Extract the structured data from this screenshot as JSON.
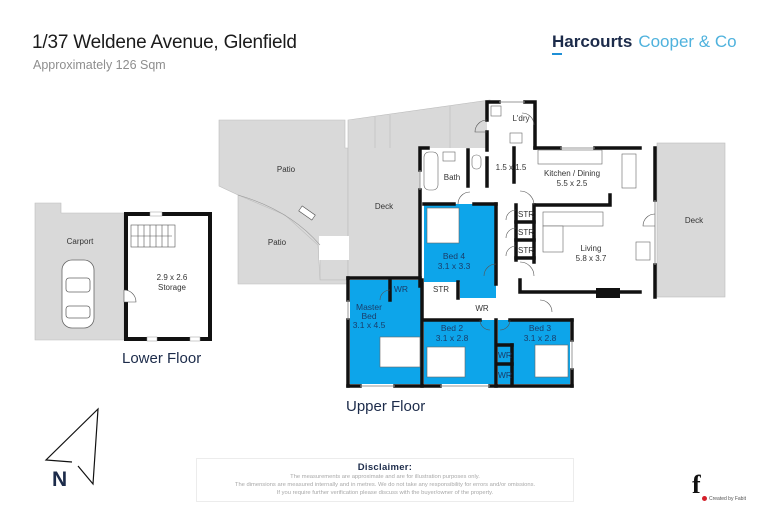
{
  "header": {
    "title": "1/37 Weldene Avenue, Glenfield",
    "subtitle": "Approximately 126 Sqm"
  },
  "brand": {
    "name_bold": "Harcourts",
    "name_light": "Cooper & Co",
    "colors": {
      "dark": "#1c2b4a",
      "light": "#4fb2dd",
      "accent": "#1e8fd6"
    }
  },
  "floors": {
    "lower": {
      "label": "Lower Floor",
      "rooms": {
        "carport": "Carport",
        "storage_dims": "2.9 x 2.6",
        "storage_name": "Storage"
      }
    },
    "upper": {
      "label": "Upper Floor",
      "rooms": {
        "patio1": "Patio",
        "patio2": "Patio",
        "deck_west": "Deck",
        "deck_east": "Deck",
        "laundry": "L'dry",
        "bath": "Bath",
        "toilet_dims": "1.5 x 1.5",
        "kitchen_name": "Kitchen / Dining",
        "kitchen_dims": "5.5 x 2.5",
        "living_name": "Living",
        "living_dims": "5.8 x 3.7",
        "str1": "STR",
        "str2": "STR",
        "str3": "STR",
        "str_hall": "STR",
        "bed4_name": "Bed 4",
        "bed4_dims": "3.1 x 3.3",
        "master_name1": "Master",
        "master_name2": "Bed",
        "master_dims": "3.1 x 4.5",
        "master_wr": "WR",
        "hall_wr": "WR",
        "bed2_name": "Bed 2",
        "bed2_dims": "3.1 x 2.8",
        "bed3_name": "Bed 3",
        "bed3_dims": "3.1 x 2.8",
        "wr_a": "WR",
        "wr_b": "WR"
      },
      "colors": {
        "bedroom": "#0da5ea",
        "outdoor": "#d9d9d9",
        "wall": "#111111"
      }
    }
  },
  "compass": {
    "letter": "N"
  },
  "disclaimer": {
    "heading": "Disclaimer:",
    "lines": [
      "The measurements are approximate and are for illustration purposes only.",
      "The dimensions are measured internally and in metres. We do not take any responsibility for errors and/or omissions.",
      "If you require further verification please discuss with the buyer/owner of the property."
    ]
  },
  "credit": {
    "text": "Created by Fabit",
    "logo_letter": "f"
  }
}
